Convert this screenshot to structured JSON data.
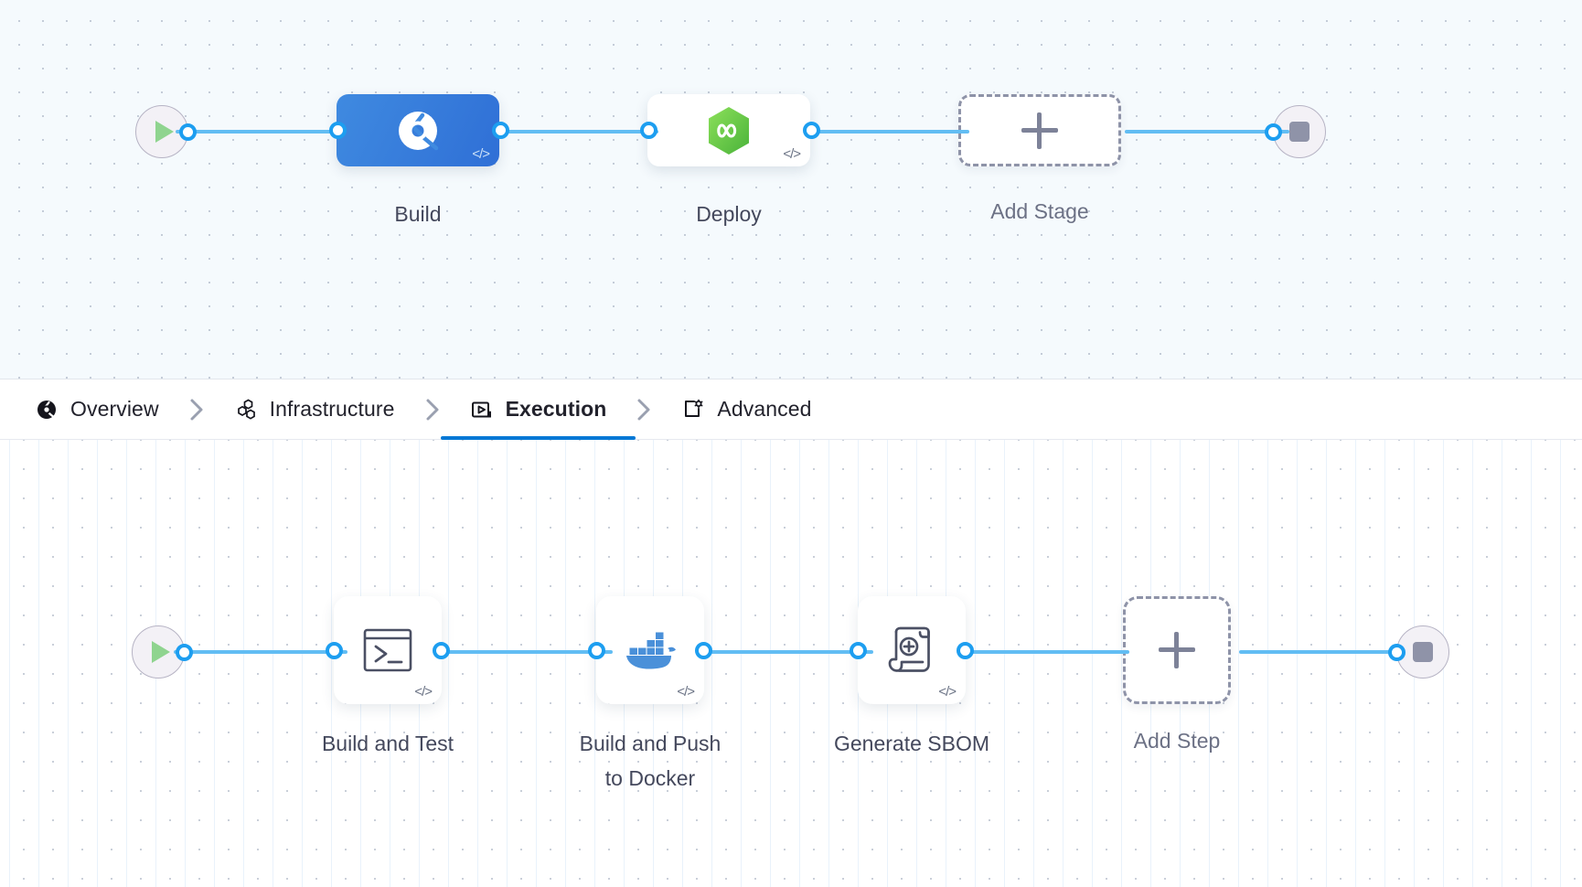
{
  "pipeline": {
    "stage_row": {
      "start_node": {
        "name": "pipeline-start",
        "icon": "play-icon"
      },
      "end_node": {
        "name": "pipeline-end",
        "icon": "stop-icon"
      },
      "add_stage": {
        "label": "Add Stage",
        "icon": "plus-icon"
      },
      "stages": [
        {
          "label": "Build",
          "icon": "harness-ci-icon",
          "selected": true,
          "code_badge": "</>"
        },
        {
          "label": "Deploy",
          "icon": "harness-cd-icon",
          "selected": false,
          "code_badge": "</>"
        }
      ]
    },
    "tabs": [
      {
        "label": "Overview",
        "icon": "overview-icon",
        "active": false
      },
      {
        "label": "Infrastructure",
        "icon": "infrastructure-icon",
        "active": false
      },
      {
        "label": "Execution",
        "icon": "execution-icon",
        "active": true
      },
      {
        "label": "Advanced",
        "icon": "advanced-icon",
        "active": false
      }
    ],
    "tab_separator_icon": "chevron-right-icon",
    "step_row": {
      "start_node": {
        "name": "execution-start",
        "icon": "play-icon"
      },
      "end_node": {
        "name": "execution-end",
        "icon": "stop-icon"
      },
      "add_step": {
        "label": "Add Step",
        "icon": "plus-icon"
      },
      "steps": [
        {
          "label": "Build and Test",
          "icon": "terminal-icon",
          "code_badge": "</>"
        },
        {
          "label": "Build and Push\nto Docker",
          "icon": "docker-icon",
          "code_badge": "</>"
        },
        {
          "label": "Generate SBOM",
          "icon": "sbom-scroll-icon",
          "code_badge": "</>"
        }
      ]
    }
  },
  "colors": {
    "accent_blue": "#0278d5",
    "link_blue": "#62bdf3",
    "port_blue": "#1d9ef0",
    "stage_selected_from": "#3f8ae0",
    "stage_selected_to": "#2f6fd6",
    "cd_green": "#6fcf47",
    "docker_blue": "#4a90d9",
    "play_green": "#8fd48f",
    "stop_gray": "#8f93a8",
    "dashed_border": "#8e93a8",
    "label_text": "#44485c",
    "tab_text": "#22222c",
    "stage_canvas_bg": "#f5fafd",
    "step_canvas_bg": "#ffffff"
  }
}
